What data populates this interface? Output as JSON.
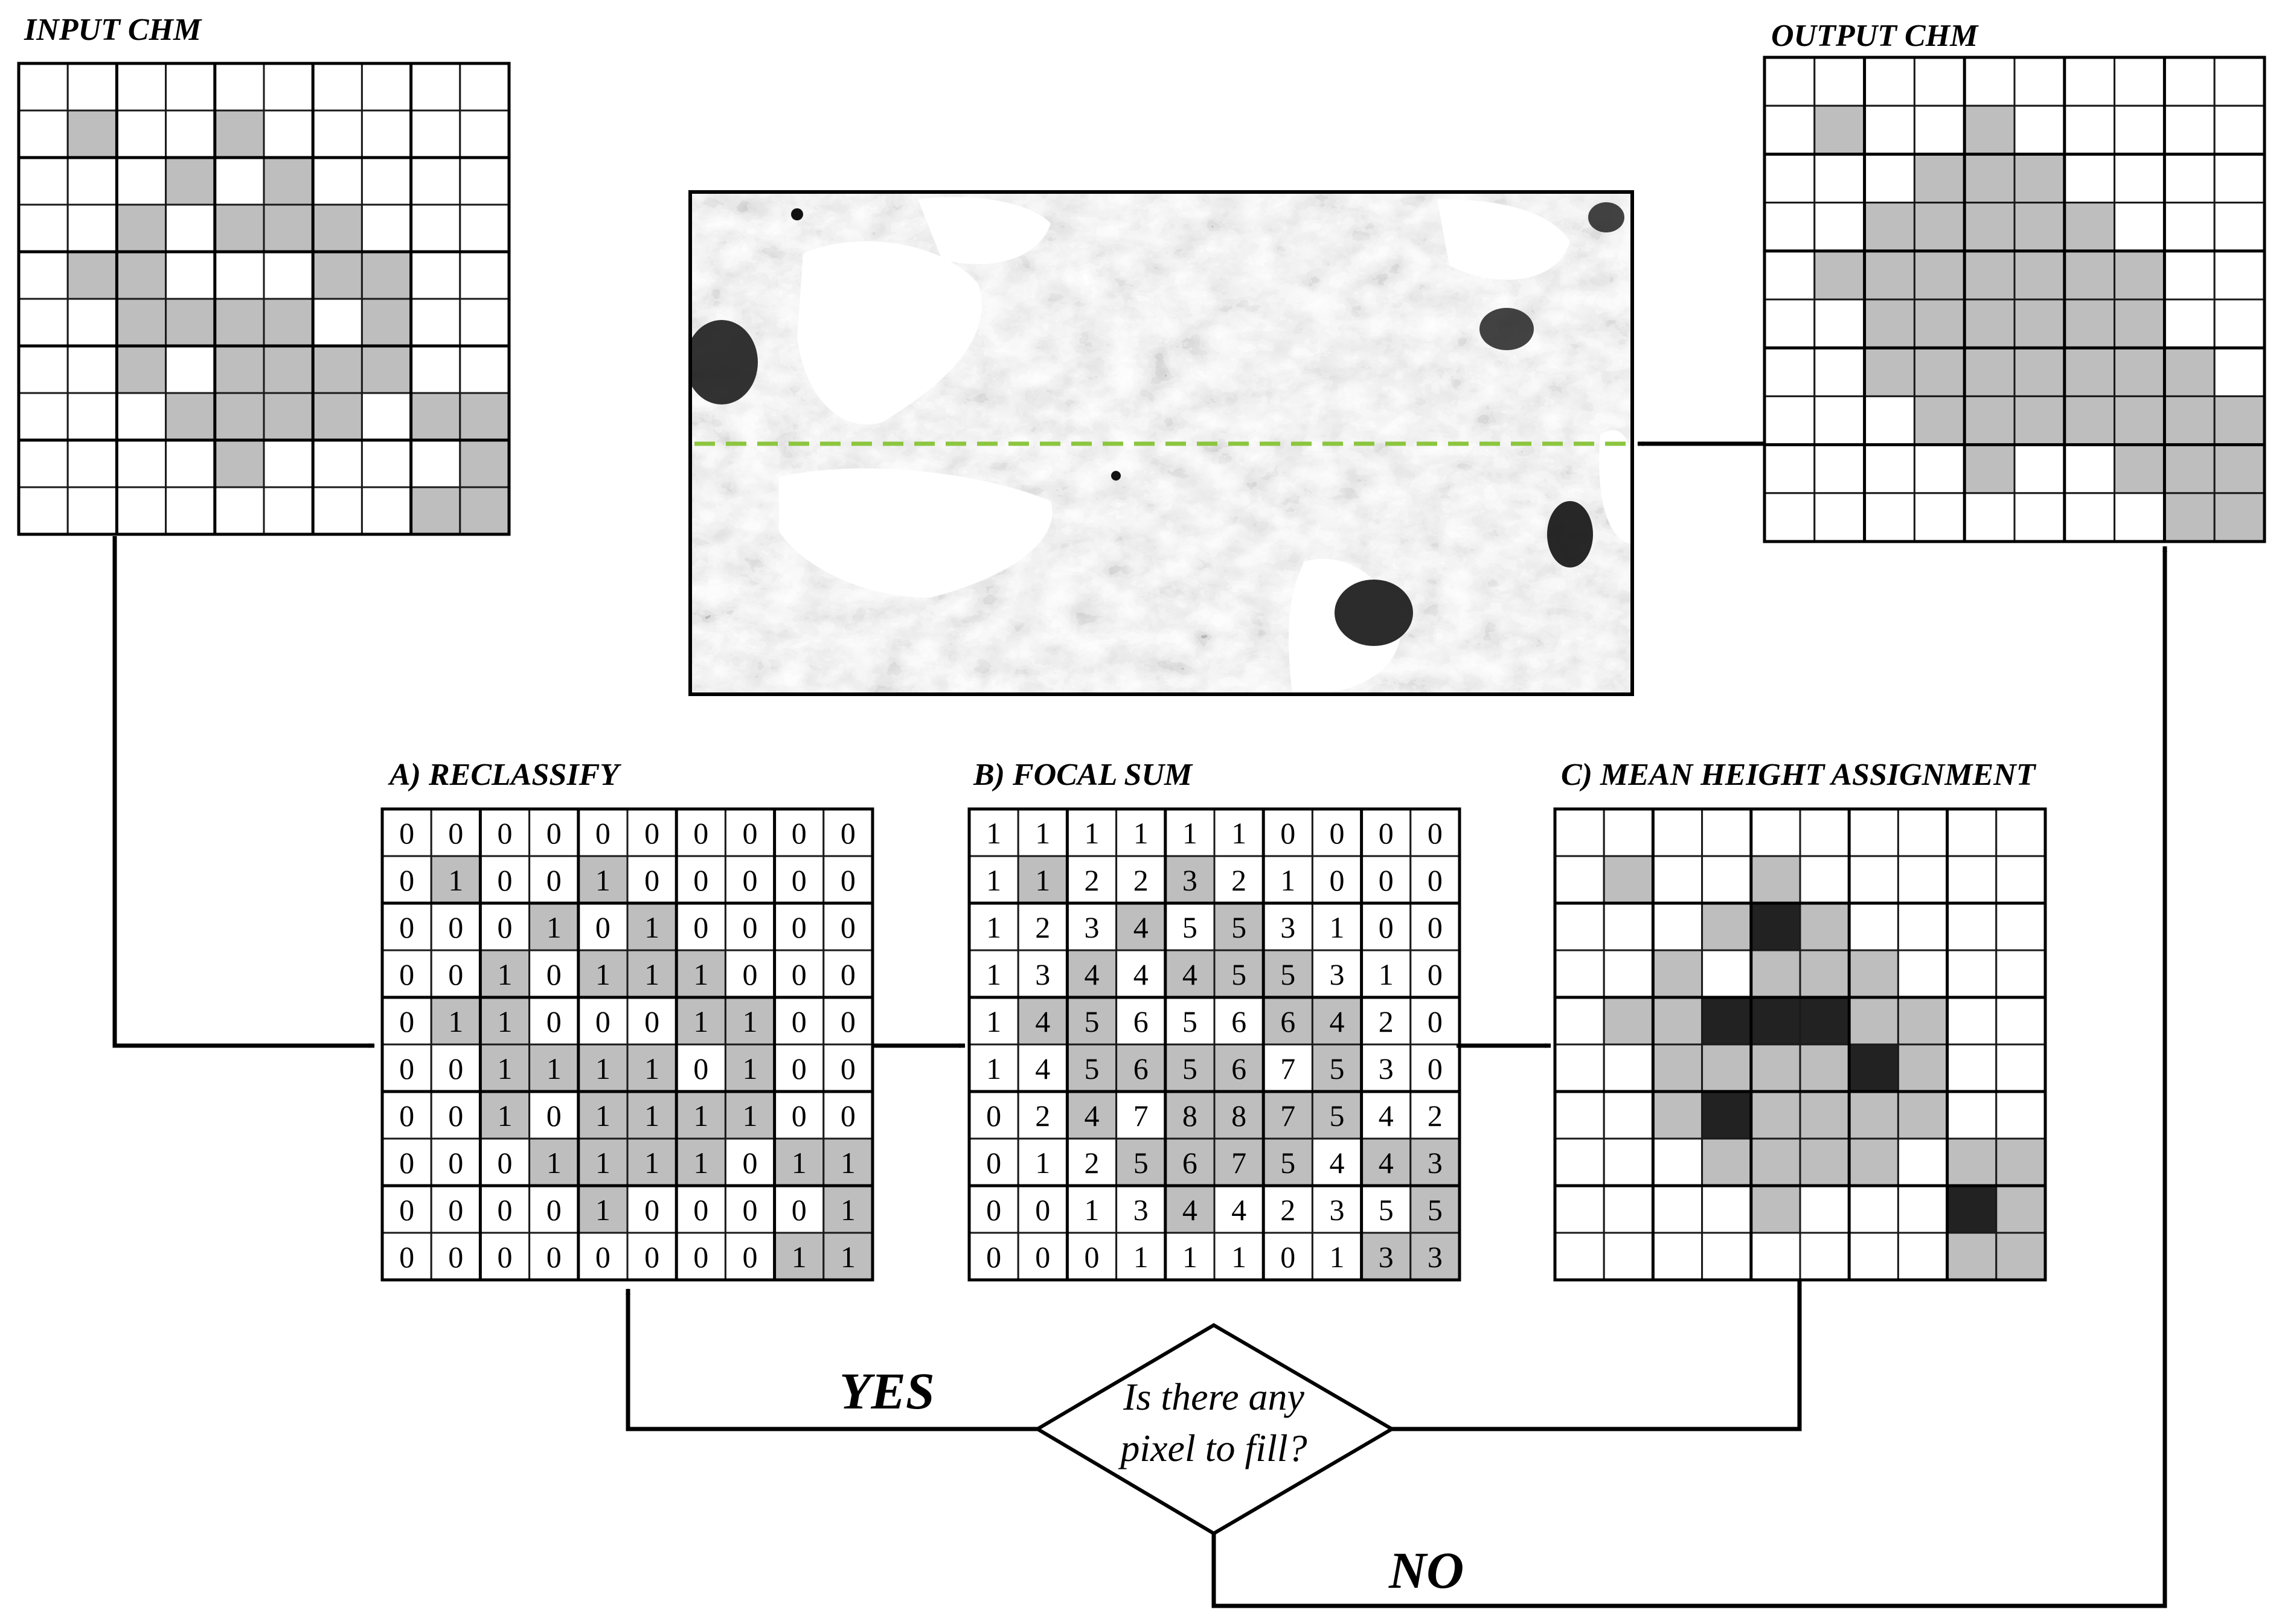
{
  "colors": {
    "line": "#000000",
    "grid_line": "#1a1a1a",
    "cell_white": "#ffffff",
    "cell_gray": "#bebebe",
    "cell_dark": "#222222",
    "dashed_line": "#8cc63f"
  },
  "labels": {
    "input": "INPUT CHM",
    "output": "OUTPUT CHM",
    "step_a": "A) RECLASSIFY",
    "step_b": "B) FOCAL SUM",
    "step_c": "C) MEAN HEIGHT ASSIGNMENT",
    "decision_line1": "Is there any",
    "decision_line2": "pixel to fill?",
    "yes": "YES",
    "no": "NO"
  },
  "grids": {
    "input_chm": [
      [
        0,
        0,
        0,
        0,
        0,
        0,
        0,
        0,
        0,
        0
      ],
      [
        0,
        1,
        0,
        0,
        1,
        0,
        0,
        0,
        0,
        0
      ],
      [
        0,
        0,
        0,
        1,
        0,
        1,
        0,
        0,
        0,
        0
      ],
      [
        0,
        0,
        1,
        0,
        1,
        1,
        1,
        0,
        0,
        0
      ],
      [
        0,
        1,
        1,
        0,
        0,
        0,
        1,
        1,
        0,
        0
      ],
      [
        0,
        0,
        1,
        1,
        1,
        1,
        0,
        1,
        0,
        0
      ],
      [
        0,
        0,
        1,
        0,
        1,
        1,
        1,
        1,
        0,
        0
      ],
      [
        0,
        0,
        0,
        1,
        1,
        1,
        1,
        0,
        1,
        1
      ],
      [
        0,
        0,
        0,
        0,
        1,
        0,
        0,
        0,
        0,
        1
      ],
      [
        0,
        0,
        0,
        0,
        0,
        0,
        0,
        0,
        1,
        1
      ]
    ],
    "reclassify": [
      [
        0,
        0,
        0,
        0,
        0,
        0,
        0,
        0,
        0,
        0
      ],
      [
        0,
        1,
        0,
        0,
        1,
        0,
        0,
        0,
        0,
        0
      ],
      [
        0,
        0,
        0,
        1,
        0,
        1,
        0,
        0,
        0,
        0
      ],
      [
        0,
        0,
        1,
        0,
        1,
        1,
        1,
        0,
        0,
        0
      ],
      [
        0,
        1,
        1,
        0,
        0,
        0,
        1,
        1,
        0,
        0
      ],
      [
        0,
        0,
        1,
        1,
        1,
        1,
        0,
        1,
        0,
        0
      ],
      [
        0,
        0,
        1,
        0,
        1,
        1,
        1,
        1,
        0,
        0
      ],
      [
        0,
        0,
        0,
        1,
        1,
        1,
        1,
        0,
        1,
        1
      ],
      [
        0,
        0,
        0,
        0,
        1,
        0,
        0,
        0,
        0,
        1
      ],
      [
        0,
        0,
        0,
        0,
        0,
        0,
        0,
        0,
        1,
        1
      ]
    ],
    "focal_sum": [
      [
        1,
        1,
        1,
        1,
        1,
        1,
        0,
        0,
        0,
        0
      ],
      [
        1,
        1,
        2,
        2,
        3,
        2,
        1,
        0,
        0,
        0
      ],
      [
        1,
        2,
        3,
        4,
        5,
        5,
        3,
        1,
        0,
        0
      ],
      [
        1,
        3,
        4,
        4,
        4,
        5,
        5,
        3,
        1,
        0
      ],
      [
        1,
        4,
        5,
        6,
        5,
        6,
        6,
        4,
        2,
        0
      ],
      [
        1,
        4,
        5,
        6,
        5,
        6,
        7,
        5,
        3,
        0
      ],
      [
        0,
        2,
        4,
        7,
        8,
        8,
        7,
        5,
        4,
        2
      ],
      [
        0,
        1,
        2,
        5,
        6,
        7,
        5,
        4,
        4,
        3
      ],
      [
        0,
        0,
        1,
        3,
        4,
        4,
        2,
        3,
        5,
        5
      ],
      [
        0,
        0,
        0,
        1,
        1,
        1,
        0,
        1,
        3,
        3
      ]
    ],
    "mean_height": [
      [
        0,
        0,
        0,
        0,
        0,
        0,
        0,
        0,
        0,
        0
      ],
      [
        0,
        1,
        0,
        0,
        1,
        0,
        0,
        0,
        0,
        0
      ],
      [
        0,
        0,
        0,
        1,
        2,
        1,
        0,
        0,
        0,
        0
      ],
      [
        0,
        0,
        1,
        0,
        1,
        1,
        1,
        0,
        0,
        0
      ],
      [
        0,
        1,
        1,
        2,
        2,
        2,
        1,
        1,
        0,
        0
      ],
      [
        0,
        0,
        1,
        1,
        1,
        1,
        2,
        1,
        0,
        0
      ],
      [
        0,
        0,
        1,
        2,
        1,
        1,
        1,
        1,
        0,
        0
      ],
      [
        0,
        0,
        0,
        1,
        1,
        1,
        1,
        0,
        1,
        1
      ],
      [
        0,
        0,
        0,
        0,
        1,
        0,
        0,
        0,
        2,
        1
      ],
      [
        0,
        0,
        0,
        0,
        0,
        0,
        0,
        0,
        1,
        1
      ]
    ],
    "output_chm": [
      [
        0,
        0,
        0,
        0,
        0,
        0,
        0,
        0,
        0,
        0
      ],
      [
        0,
        1,
        0,
        0,
        1,
        0,
        0,
        0,
        0,
        0
      ],
      [
        0,
        0,
        0,
        1,
        1,
        1,
        0,
        0,
        0,
        0
      ],
      [
        0,
        0,
        1,
        1,
        1,
        1,
        1,
        0,
        0,
        0
      ],
      [
        0,
        1,
        1,
        1,
        1,
        1,
        1,
        1,
        0,
        0
      ],
      [
        0,
        0,
        1,
        1,
        1,
        1,
        1,
        1,
        0,
        0
      ],
      [
        0,
        0,
        1,
        1,
        1,
        1,
        1,
        1,
        1,
        0
      ],
      [
        0,
        0,
        0,
        1,
        1,
        1,
        1,
        1,
        1,
        1
      ],
      [
        0,
        0,
        0,
        0,
        1,
        0,
        0,
        1,
        1,
        1
      ],
      [
        0,
        0,
        0,
        0,
        0,
        0,
        0,
        0,
        1,
        1
      ]
    ]
  }
}
